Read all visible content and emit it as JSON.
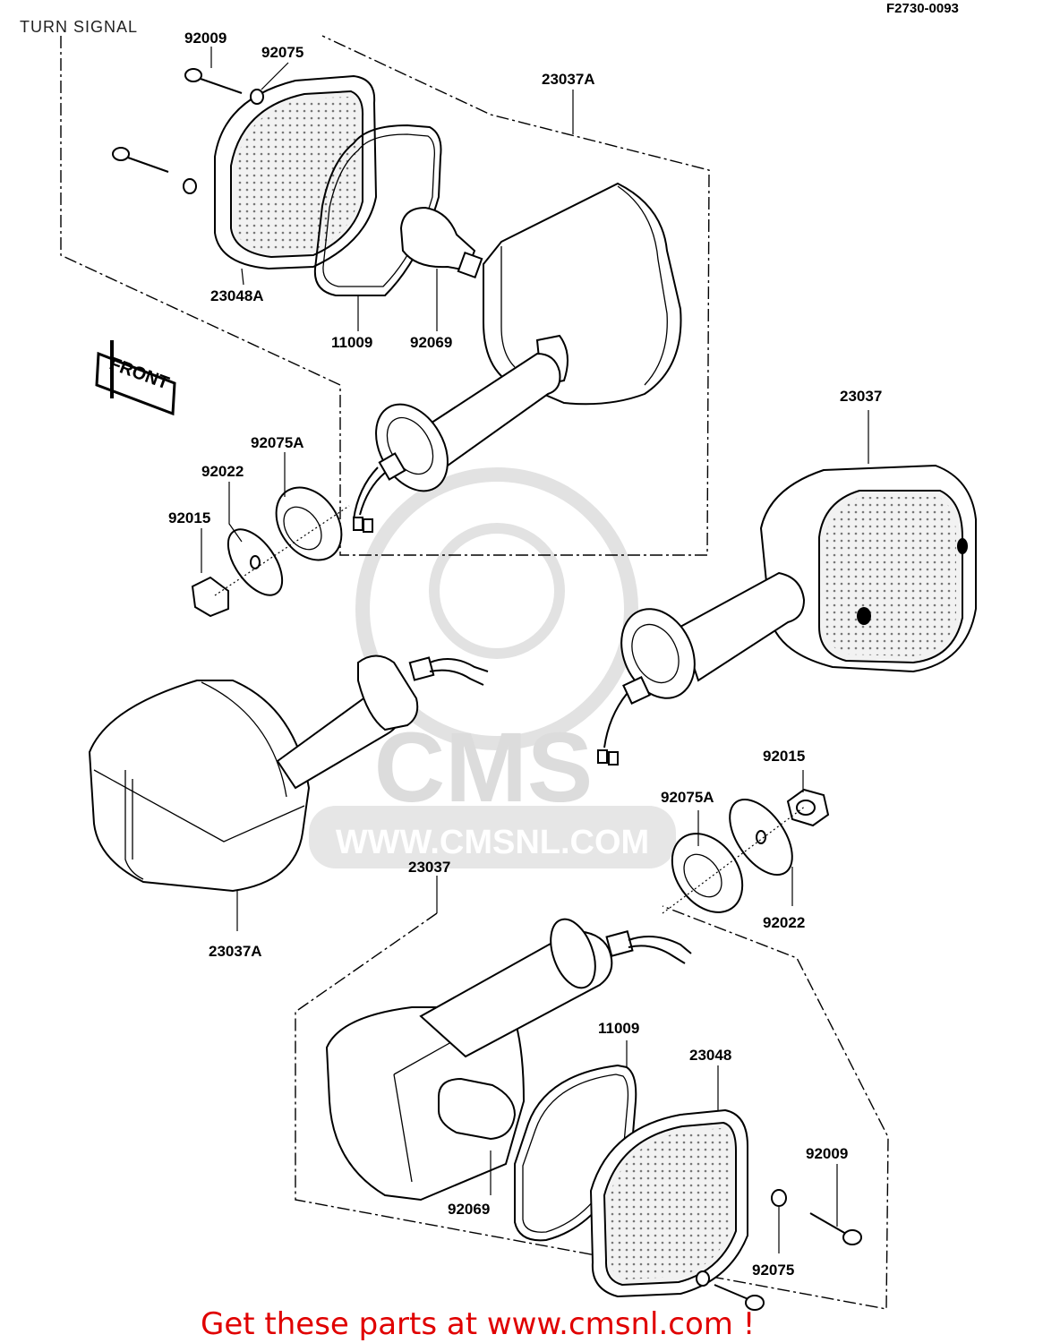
{
  "title": "TURN SIGNAL",
  "diagram_code": "F2730-0093",
  "front_badge": "FRONT",
  "watermark": {
    "brand": "CMS",
    "url": "WWW.CMSNL.COM"
  },
  "footer_text": "Get these parts at www.cmsnl.com !",
  "parts": {
    "p1": "92009",
    "p2": "92075",
    "p3": "23037A",
    "p4": "23048A",
    "p5": "11009",
    "p6": "92069",
    "p7": "23037",
    "p8": "92075A",
    "p9": "92022",
    "p10": "92015",
    "p11": "92015",
    "p12": "92075A",
    "p13": "23037",
    "p14": "92022",
    "p15": "23037A",
    "p16": "11009",
    "p17": "23048",
    "p18": "92069",
    "p19": "92009",
    "p20": "92075"
  },
  "colors": {
    "footer": "#e00000",
    "watermark": "#dcdcdc",
    "line": "#000000"
  }
}
